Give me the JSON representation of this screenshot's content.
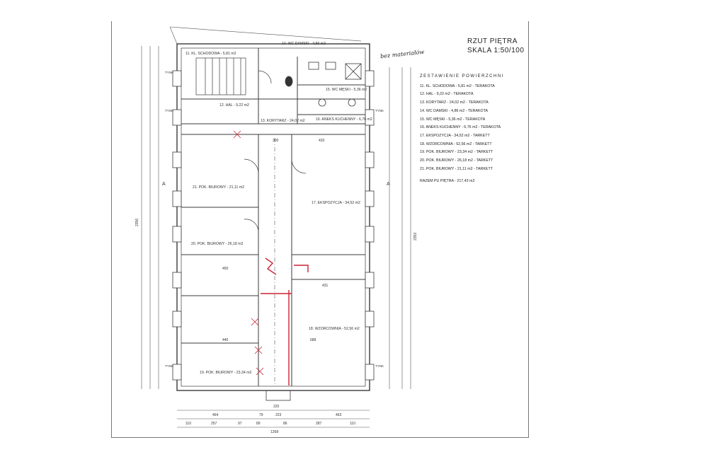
{
  "title": {
    "line1": "RZUT PIĘTRA",
    "line2": "SKALA 1:50/100"
  },
  "note": "bez materiałów",
  "legend": {
    "header": "ZESTAWIENIE   POWIERZCHNI",
    "items": [
      "11. KL. SCHODOWA  -  5,81 m2  -  TERAKOTA",
      "12. HAL  -  9,22 m2  -  TERAKOTA",
      "13. KORYTARZ  -  24,02 m2  -  TERAKOTA",
      "14. WC DAMSKI  -  4,86 m2  -  TERAKOTA",
      "15. WC MĘSKI  -  5,36 m2  -  TERAKOTA",
      "16. ANEKS KUCHENNY  -  6,76 m2  -  TERAKOTA",
      "17. EKSPOZYCJA  -  34,52 m2  -  TARKETT",
      "18. WZORCOWNIA  -  52,56 m2  -  TARKETT",
      "19. POK. BIUROWY  -  23,34 m2  -  TARKETT",
      "20. POK. BIUROWY  -  26,18 m2  -  TARKETT",
      "21. POK. BIUROWY  -  21,11 m2  -  TARKETT"
    ],
    "total": "RAZEM PU PIĘTRA  -  217,43 m2"
  },
  "rooms": [
    {
      "label": "11. KL. SCHODOWA - 5,81 m2"
    },
    {
      "label": "12. HAL - 9,22 m2"
    },
    {
      "label": "13. KORYTARZ - 24,02 m2"
    },
    {
      "label": "14. WC DAMSKI - 4,86 m2"
    },
    {
      "label": "15. WC MĘSKI - 5,36 m2"
    },
    {
      "label": "16. ANEKS KUCHENNY - 6,76 m2"
    },
    {
      "label": "17. EKSPOZYCJA - 34,52 m2"
    },
    {
      "label": "18. WZORCOWNIA - 52,56 m2"
    },
    {
      "label": "19. POK. BIUROWY - 23,34 m2"
    },
    {
      "label": "20. POK. BIUROWY - 26,18 m2"
    },
    {
      "label": "21. POK. BIUROWY - 21,11 m2"
    }
  ],
  "dimensions": {
    "bottom_row1": [
      "464",
      "79",
      "223",
      "463"
    ],
    "bottom_row2": [
      "110",
      "257",
      "97",
      "89",
      "86",
      "287",
      "110"
    ],
    "bottom_total": "1268",
    "center_width": "220",
    "left_total": "2356",
    "right_total": "2353",
    "inner": [
      "440",
      "450",
      "688",
      "431",
      "433",
      "300"
    ],
    "window_labels": [
      "TYNK",
      "TYNK",
      "TYNK",
      "TYNK",
      "TYNK"
    ]
  },
  "section_marks": [
    "A",
    "A"
  ],
  "colors": {
    "line": "#3a3a3a",
    "red": "#cc2233",
    "faint": "#888888"
  }
}
